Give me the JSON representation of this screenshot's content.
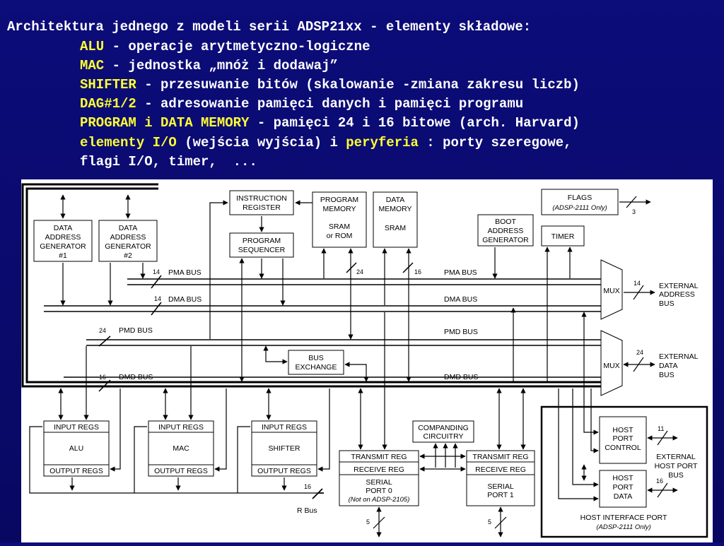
{
  "title": "Architektura jednego z modeli serii ADSP21xx - elementy składowe:",
  "items": [
    {
      "term": "ALU",
      "desc": " - operacje arytmetyczno-logiczne"
    },
    {
      "term": "MAC",
      "desc": " - jednostka „mnóż i dodawaj”"
    },
    {
      "term": "SHIFTER",
      "desc": " - przesuwanie bitów (skalowanie -zmiana zakresu liczb)"
    },
    {
      "term": "DAG#1/2",
      "desc": " - adresowanie pamięci danych i pamięci programu"
    },
    {
      "term": "PROGRAM i DATA MEMORY",
      "desc": " - pamięci 24 i 16 bitowe (arch. Harvard)"
    }
  ],
  "io_line": {
    "term1": "elementy I/O",
    "mid": " (wejścia wyjścia) i ",
    "term2": "peryferia",
    "end": " : porty szeregowe,"
  },
  "last_line": "flagi I/O, timer,  ...",
  "colors": {
    "background": "#0a0a6e",
    "keyword": "#ffff33",
    "text": "#ffffff"
  },
  "diagram": {
    "dag1": [
      "DATA",
      "ADDRESS",
      "GENERATOR",
      "#1"
    ],
    "dag2": [
      "DATA",
      "ADDRESS",
      "GENERATOR",
      "#2"
    ],
    "instr_reg": [
      "INSTRUCTION",
      "REGISTER"
    ],
    "prog_seq": [
      "PROGRAM",
      "SEQUENCER"
    ],
    "prog_mem": [
      "PROGRAM",
      "MEMORY",
      "SRAM",
      "or ROM"
    ],
    "data_mem": [
      "DATA",
      "MEMORY",
      "SRAM"
    ],
    "boot": [
      "BOOT",
      "ADDRESS",
      "GENERATOR"
    ],
    "flags": [
      "FLAGS",
      "(ADSP-2111 Only)"
    ],
    "timer": "TIMER",
    "pma_bus": "PMA BUS",
    "dma_bus": "DMA BUS",
    "pmd_bus": "PMD BUS",
    "dmd_bus": "DMD BUS",
    "bus_exchange": [
      "BUS",
      "EXCHANGE"
    ],
    "mux": "MUX",
    "ext_addr": [
      "EXTERNAL",
      "ADDRESS",
      "BUS"
    ],
    "ext_data": [
      "EXTERNAL",
      "DATA",
      "BUS"
    ],
    "input_regs": "INPUT REGS",
    "output_regs": "OUTPUT REGS",
    "alu": "ALU",
    "mac": "MAC",
    "shifter": "SHIFTER",
    "r_bus": "R Bus",
    "companding": [
      "COMPANDING",
      "CIRCUITRY"
    ],
    "transmit_reg": "TRANSMIT REG",
    "receive_reg": "RECEIVE REG",
    "sport0": [
      "SERIAL",
      "PORT 0",
      "(Not on ADSP-2105)"
    ],
    "sport1": [
      "SERIAL",
      "PORT 1"
    ],
    "host_ctrl": [
      "HOST",
      "PORT",
      "CONTROL"
    ],
    "host_data": [
      "HOST",
      "PORT",
      "DATA"
    ],
    "ext_host": [
      "EXTERNAL",
      "HOST PORT",
      "BUS"
    ],
    "hip": [
      "HOST INTERFACE PORT",
      "(ADSP-2111 Only)"
    ],
    "widths": {
      "w14": "14",
      "w24": "24",
      "w16": "16",
      "w3": "3",
      "w5": "5",
      "w11": "11"
    }
  }
}
